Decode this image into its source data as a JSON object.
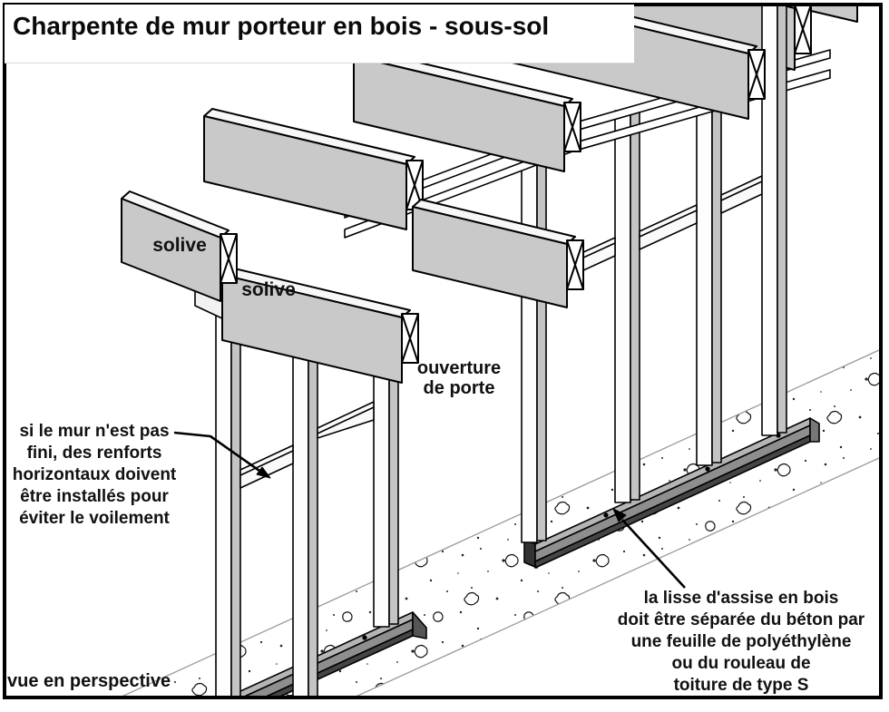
{
  "figure": {
    "title": "Charpente de mur porteur en bois - sous-sol",
    "labels": {
      "joist_label_1": "solive",
      "joist_label_2": "solive",
      "door_opening": [
        "ouverture",
        "de porte"
      ],
      "blocking_note": [
        "si le mur n'est pas",
        "fini, des renforts",
        "horizontaux doivent",
        "être installés pour",
        "éviter le voilement"
      ],
      "view_caption": "vue en perspective",
      "sill_note": [
        "la lisse d'assise en bois",
        "doit être séparée du béton par",
        "une feuille de polyéthylène",
        "ou du rouleau de",
        "toiture de type S"
      ]
    },
    "colors": {
      "background": "#ffffff",
      "outline": "#000000",
      "wood_face": "#c9c9c9",
      "wood_top": "#f7f7f7",
      "stud_side": "#c4c4c4",
      "sill_top": "#b5b5b5",
      "sill_front": "#8e8e8e",
      "membrane": "#454545",
      "concrete_edge": "#9a9a9a"
    }
  }
}
